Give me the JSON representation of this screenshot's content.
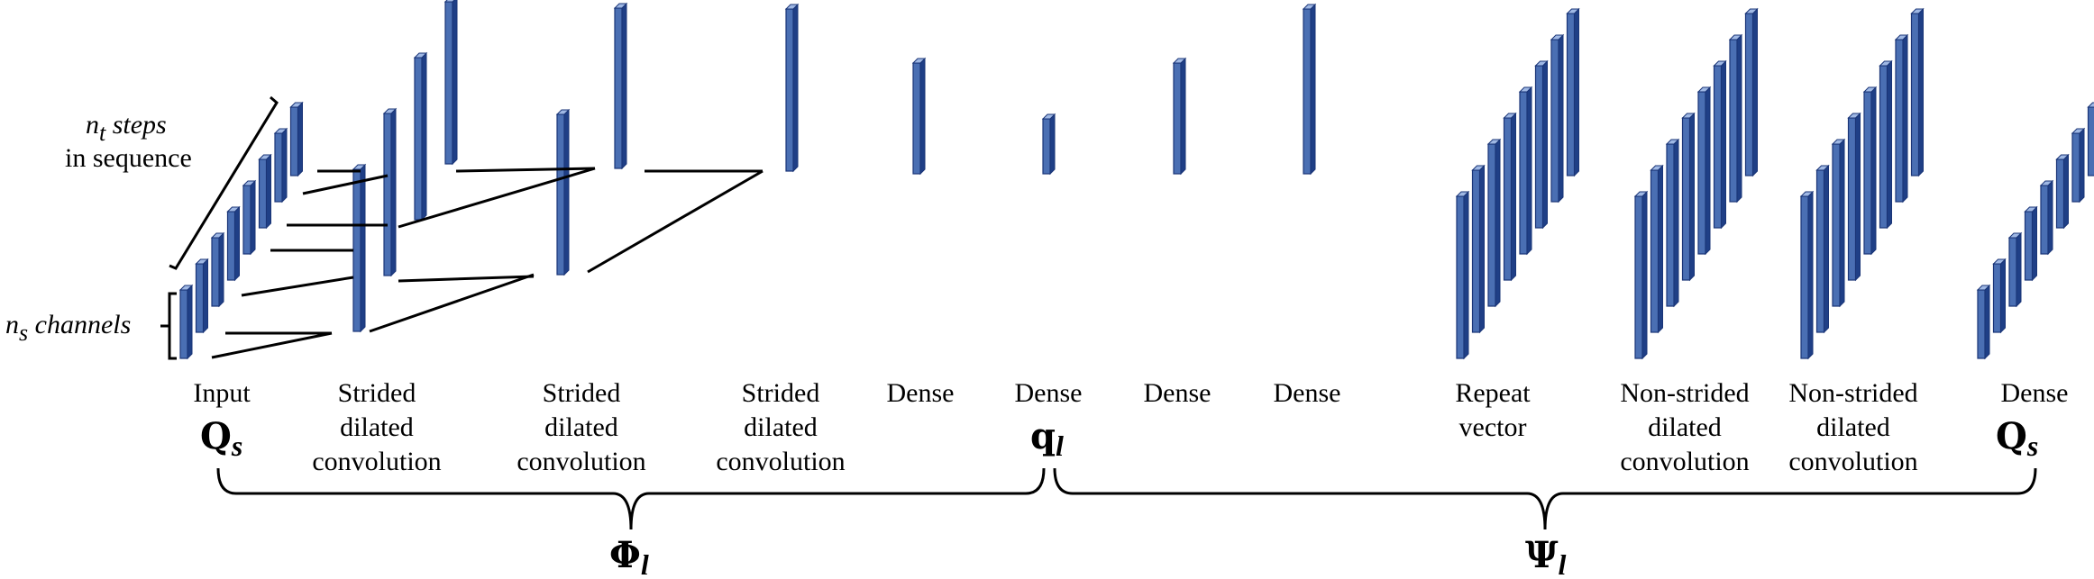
{
  "annotations": {
    "nt_var": "n",
    "nt_sub": "t",
    "nt_line1": " steps",
    "nt_line2": "in sequence",
    "ns_var": "n",
    "ns_sub": "s",
    "ns_text": " channels"
  },
  "layers": [
    {
      "lines": [
        "Input"
      ]
    },
    {
      "lines": [
        "Strided",
        "dilated",
        "convolution"
      ]
    },
    {
      "lines": [
        "Strided",
        "dilated",
        "convolution"
      ]
    },
    {
      "lines": [
        "Strided",
        "dilated",
        "convolution"
      ]
    },
    {
      "lines": [
        "Dense"
      ]
    },
    {
      "lines": [
        "Dense"
      ]
    },
    {
      "lines": [
        "Dense"
      ]
    },
    {
      "lines": [
        "Dense"
      ]
    },
    {
      "lines": [
        "Repeat",
        "vector"
      ]
    },
    {
      "lines": [
        "Non-strided",
        "dilated",
        "convolution"
      ]
    },
    {
      "lines": [
        "Non-strided",
        "dilated",
        "convolution"
      ]
    },
    {
      "lines": [
        "Dense"
      ]
    }
  ],
  "symbols": {
    "input": {
      "base": "Q",
      "sub": "s"
    },
    "latent": {
      "base": "q",
      "sub": "l"
    },
    "output": {
      "base": "Q",
      "sub": "s"
    },
    "encoder": {
      "base": "Φ",
      "sub": "l"
    },
    "decoder": {
      "base": "Ψ",
      "sub": "l"
    }
  },
  "colors": {
    "bar_front": "#4a6fb3",
    "bar_side": "#1f3f86",
    "bar_top": "#9fb8e4",
    "bar_edge": "#1a3577"
  }
}
